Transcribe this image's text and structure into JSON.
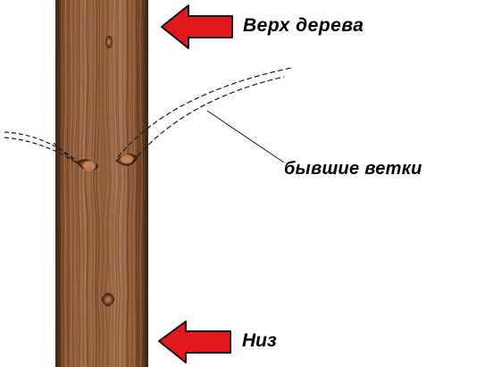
{
  "labels": {
    "top": "Верх дерева",
    "branches": "бывшие ветки",
    "bottom": "Низ"
  },
  "colors": {
    "arrow": "#e0191c",
    "arrow_outline": "#1a0505",
    "wood_base": "#7a4a2c",
    "wood_light": "#a77452",
    "wood_dark": "#3f2314"
  },
  "icons": {
    "top_arrow": "arrow-left-icon",
    "bottom_arrow": "arrow-left-icon"
  }
}
